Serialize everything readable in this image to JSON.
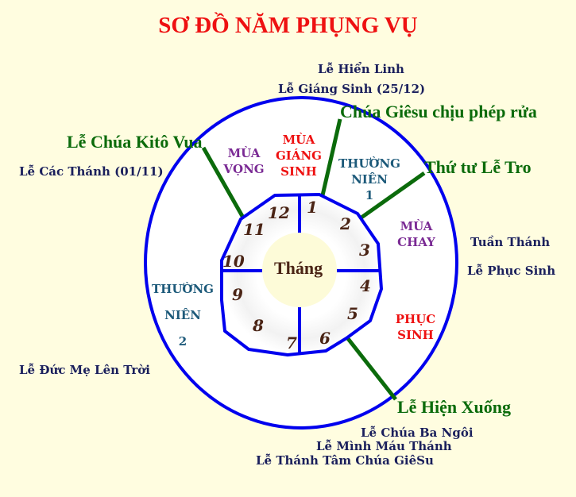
{
  "title": "SƠ ĐỒ NĂM PHỤNG VỤ",
  "colors": {
    "background": "#fffde0",
    "circle_stroke": "#0000ee",
    "divider_green": "#0b6b0b",
    "title_red": "#ee1111",
    "season_purple": "#7a2a94",
    "season_teal": "#1d5a7a",
    "month_brown": "#4a2415",
    "center_fill": "#fdfbd8"
  },
  "center_label": "Tháng",
  "months": [
    "1",
    "2",
    "3",
    "4",
    "5",
    "6",
    "7",
    "8",
    "9",
    "10",
    "11",
    "12"
  ],
  "seasons": {
    "mua_vong": {
      "line1": "MÙA",
      "line2": "VỌNG"
    },
    "mua_giang_sinh": {
      "line1": "MÙA",
      "line2": "GIÁNG",
      "line3": "SINH"
    },
    "thuong_nien_1": {
      "line1": "THƯỜNG",
      "line2": "NIÊN",
      "line3": "1"
    },
    "mua_chay": {
      "line1": "MÙA",
      "line2": "CHAY"
    },
    "phuc_sinh": {
      "line1": "PHỤC",
      "line2": "SINH"
    },
    "thuong_nien_2": {
      "line1": "THƯỜNG",
      "line2": "NIÊN",
      "line3": "2"
    }
  },
  "markers": {
    "chua_kito_vua": "Lễ Chúa Kitô Vua",
    "chua_giesu_chiu_phep_rua": "Chúa Giêsu chịu phép rửa",
    "thu_tu_le_tro": "Thứ tư Lễ Tro",
    "le_hien_xuong": "Lễ Hiện Xuống"
  },
  "feasts": {
    "le_hien_linh": "Lễ Hiển Linh",
    "le_giang_sinh": "Lễ Giáng Sinh (25/12)",
    "le_cac_thanh": "Lễ Các Thánh (01/11)",
    "tuan_thanh": "Tuần Thánh",
    "le_phuc_sinh": "Lễ Phục Sinh",
    "le_duc_me_len_troi": "Lễ Đức Mẹ Lên Trời",
    "le_chua_ba_ngoi": "Lễ Chúa Ba Ngôi",
    "le_minh_mau_thanh": "Lễ Mình Máu Thánh",
    "le_thanh_tam_chua_giesu": "Lễ Thánh Tâm Chúa GiêSu"
  }
}
